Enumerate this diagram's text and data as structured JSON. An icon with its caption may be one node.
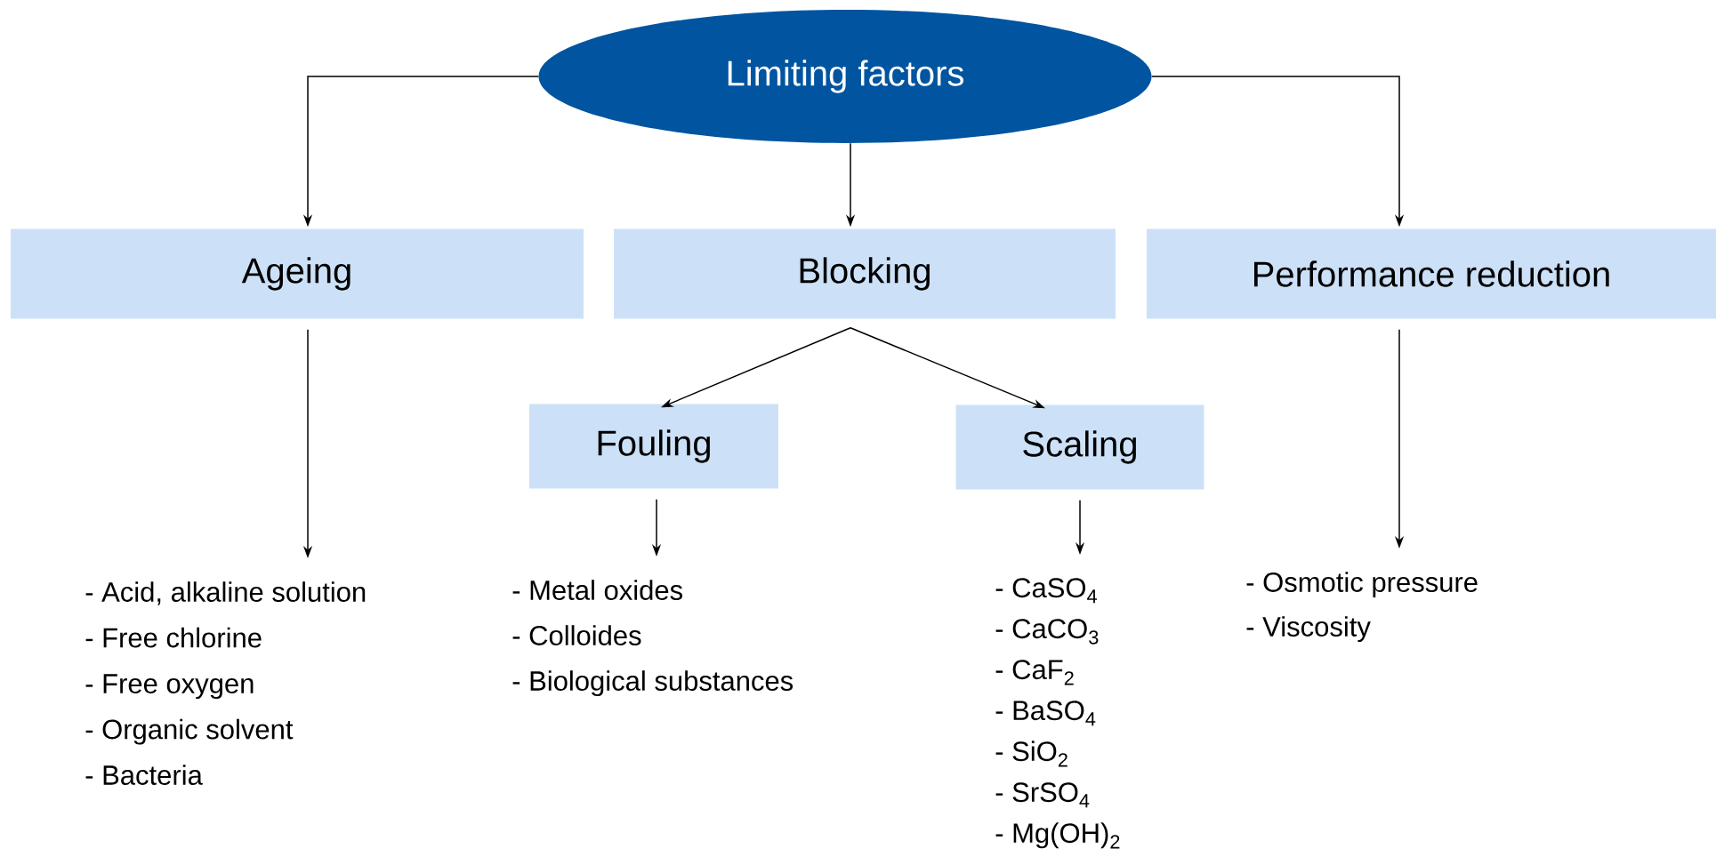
{
  "diagram": {
    "nodes": [
      {
        "text": [
          "Limiting factors"
        ]
      },
      {
        "text": [
          "Ageing"
        ]
      },
      {
        "text": [
          "Blocking"
        ]
      },
      {
        "text": [
          "Performance reduction"
        ]
      },
      {
        "text": [
          "Fouling"
        ]
      },
      {
        "text": [
          "Scaling"
        ]
      },
      {
        "text": [
          "- Acid, alkaline solution",
          "- Free chlorine",
          "- Free oxygen",
          "- Organic solvent",
          "- Bacteria"
        ]
      },
      {
        "text": [
          "- Metal oxides",
          "- Colloides",
          "- Biological substances"
        ]
      },
      {
        "text": [
          "- CaSO$_{4}$",
          "- CaCO$_{3}$",
          "- CaF$_{2}$",
          "- BaSO$_{4}$",
          "- SiO$_{2}$",
          "- SrSO$_{4}$",
          "- Mg(OH)$_{2}$"
        ]
      },
      {
        "text": [
          "- Osmotic pressure",
          "- Viscosity"
        ]
      }
    ],
    "edges": [
      {
        "from": 0,
        "to": 1,
        "arrow": "to"
      },
      {
        "from": 0,
        "to": 2,
        "arrow": "to"
      },
      {
        "from": 0,
        "to": 3,
        "arrow": "to"
      },
      {
        "from": 2,
        "to": 4,
        "arrow": "to"
      },
      {
        "from": 2,
        "to": 5,
        "arrow": "to"
      },
      {
        "from": 1,
        "to": 6,
        "arrow": "to"
      },
      {
        "from": 4,
        "to": 7,
        "arrow": "to"
      },
      {
        "from": 5,
        "to": 8,
        "arrow": "to"
      },
      {
        "from": 3,
        "to": 9,
        "arrow": "to"
      }
    ]
  }
}
